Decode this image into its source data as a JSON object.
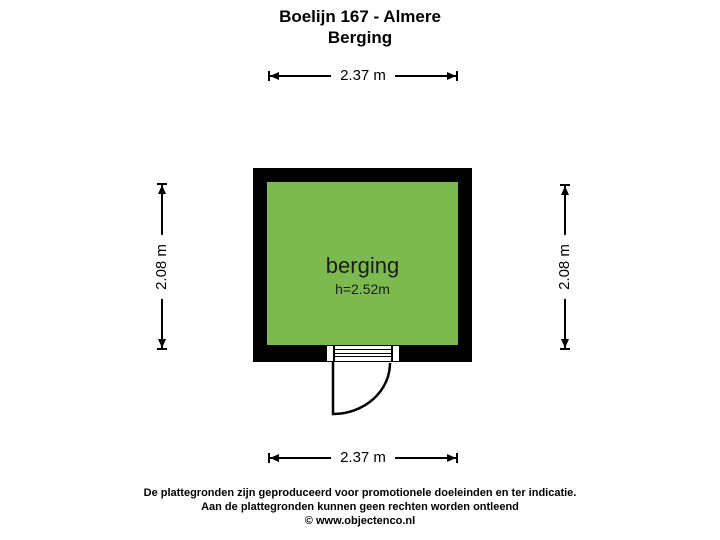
{
  "title": {
    "line1": "Boelijn 167 - Almere",
    "line2": "Berging"
  },
  "room": {
    "name": "berging",
    "height_label": "h=2.52m"
  },
  "dimensions": {
    "top": "2.37 m",
    "bottom": "2.37 m",
    "left": "2.08 m",
    "right": "2.08 m"
  },
  "footer": {
    "line1": "De plattegronden zijn geproduceerd voor promotionele doeleinden en ter indicatie.",
    "line2": "Aan de plattegronden kunnen geen rechten worden ontleend",
    "copyright": "© www.objectenco.nl"
  },
  "colors": {
    "background": "#ffffff",
    "wall": "#000000",
    "room_fill": "#7cb94e",
    "text": "#000000",
    "pill": "#ffffff"
  }
}
